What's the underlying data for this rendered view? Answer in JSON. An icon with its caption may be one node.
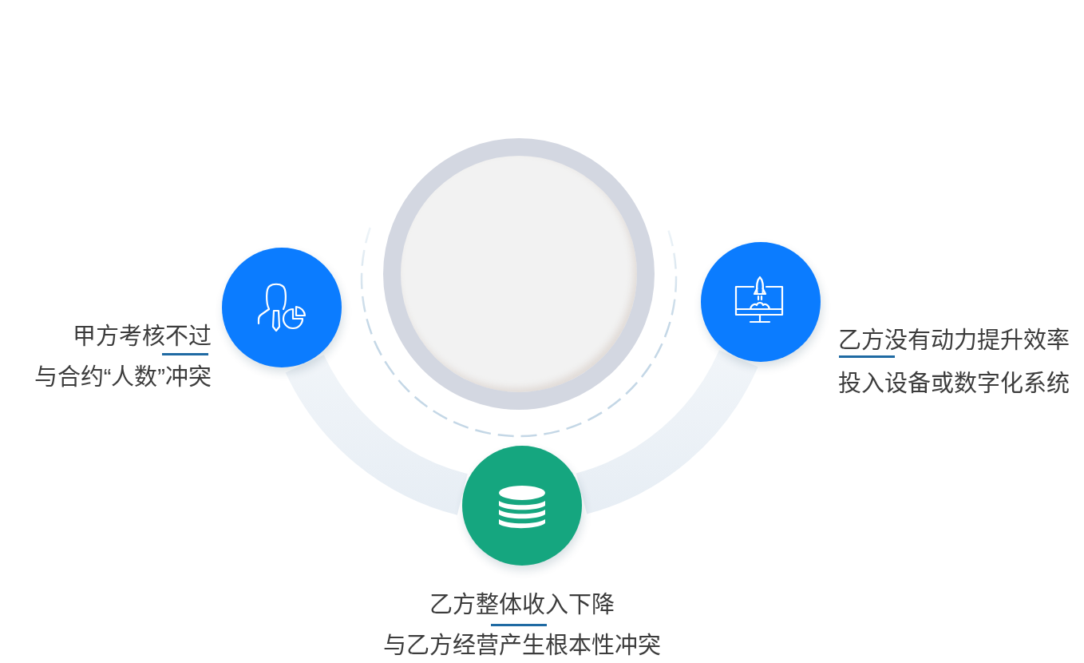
{
  "diagram": {
    "nodes": [
      {
        "text": [],
        "shape": "circle"
      },
      {
        "text": [],
        "shape": "circle",
        "beside": [
          "甲方考核不过",
          "与合约“人数”冲突"
        ]
      },
      {
        "text": [],
        "shape": "circle",
        "beside": [
          "乙方没有动力提升效率",
          "投入设备或数字化系统"
        ]
      },
      {
        "text": [],
        "shape": "circle",
        "beside": [
          "乙方整体收入下降",
          "与乙方经营产生根本性冲突"
        ]
      }
    ],
    "edges": [
      {
        "from": 1,
        "to": 3,
        "arrow": "none",
        "style": "thick"
      },
      {
        "from": 3,
        "to": 2,
        "arrow": "none",
        "style": "thick"
      }
    ]
  }
}
